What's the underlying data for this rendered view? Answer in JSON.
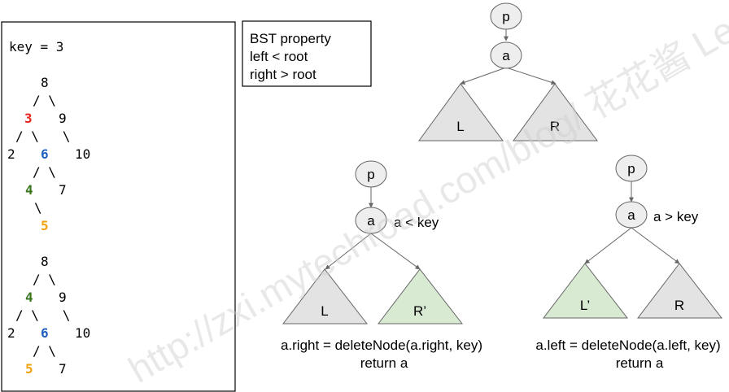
{
  "colors": {
    "border": "#000000",
    "node_fill": "#eeeeee",
    "node_stroke": "#666666",
    "tri_fill": "#e3e3e3",
    "tri_green": "#d9ead3",
    "red": "#e6261f",
    "blue": "#1f5fbf",
    "green": "#38761d",
    "orange": "#f1a10b",
    "watermark": "#cccccc"
  },
  "left_panel": {
    "key_line": "key = 3",
    "tree1": {
      "root": "8",
      "edges1": "/ \\",
      "level2_left": "3",
      "level2_right": "9",
      "edges2": "/ \\   \\",
      "level3_a": "2",
      "level3_b": "6",
      "level3_c": "10",
      "edges3": "/ \\",
      "level4_left": "4",
      "level4_right": "7",
      "edges4": "\\",
      "level5": "5"
    },
    "tree2": {
      "root": "8",
      "edges1": "/ \\",
      "level2_left": "4",
      "level2_right": "9",
      "edges2": "/ \\   \\",
      "level3_a": "2",
      "level3_b": "6",
      "level3_c": "10",
      "edges3": "/ \\",
      "level4_left": "5",
      "level4_right": "7"
    }
  },
  "bst_box": {
    "line1": "BST property",
    "line2": "left < root",
    "line3": "right > root"
  },
  "top_diagram": {
    "node_p": "p",
    "node_a": "a",
    "tri_left": "L",
    "tri_right": "R"
  },
  "mid_diagram": {
    "node_p": "p",
    "node_a": "a",
    "condition": "a < key",
    "tri_left": "L",
    "tri_right": "R’",
    "code1": "a.right = deleteNode(a.right, key)",
    "code2": "return a"
  },
  "right_diagram": {
    "node_p": "p",
    "node_a": "a",
    "condition": "a > key",
    "tri_left": "L’",
    "tri_right": "R",
    "code1": "a.left = deleteNode(a.left, key)",
    "code2": "return a"
  },
  "watermark": "http://zxi.mytechroad.com/blog/ 花花酱 LeetCode"
}
